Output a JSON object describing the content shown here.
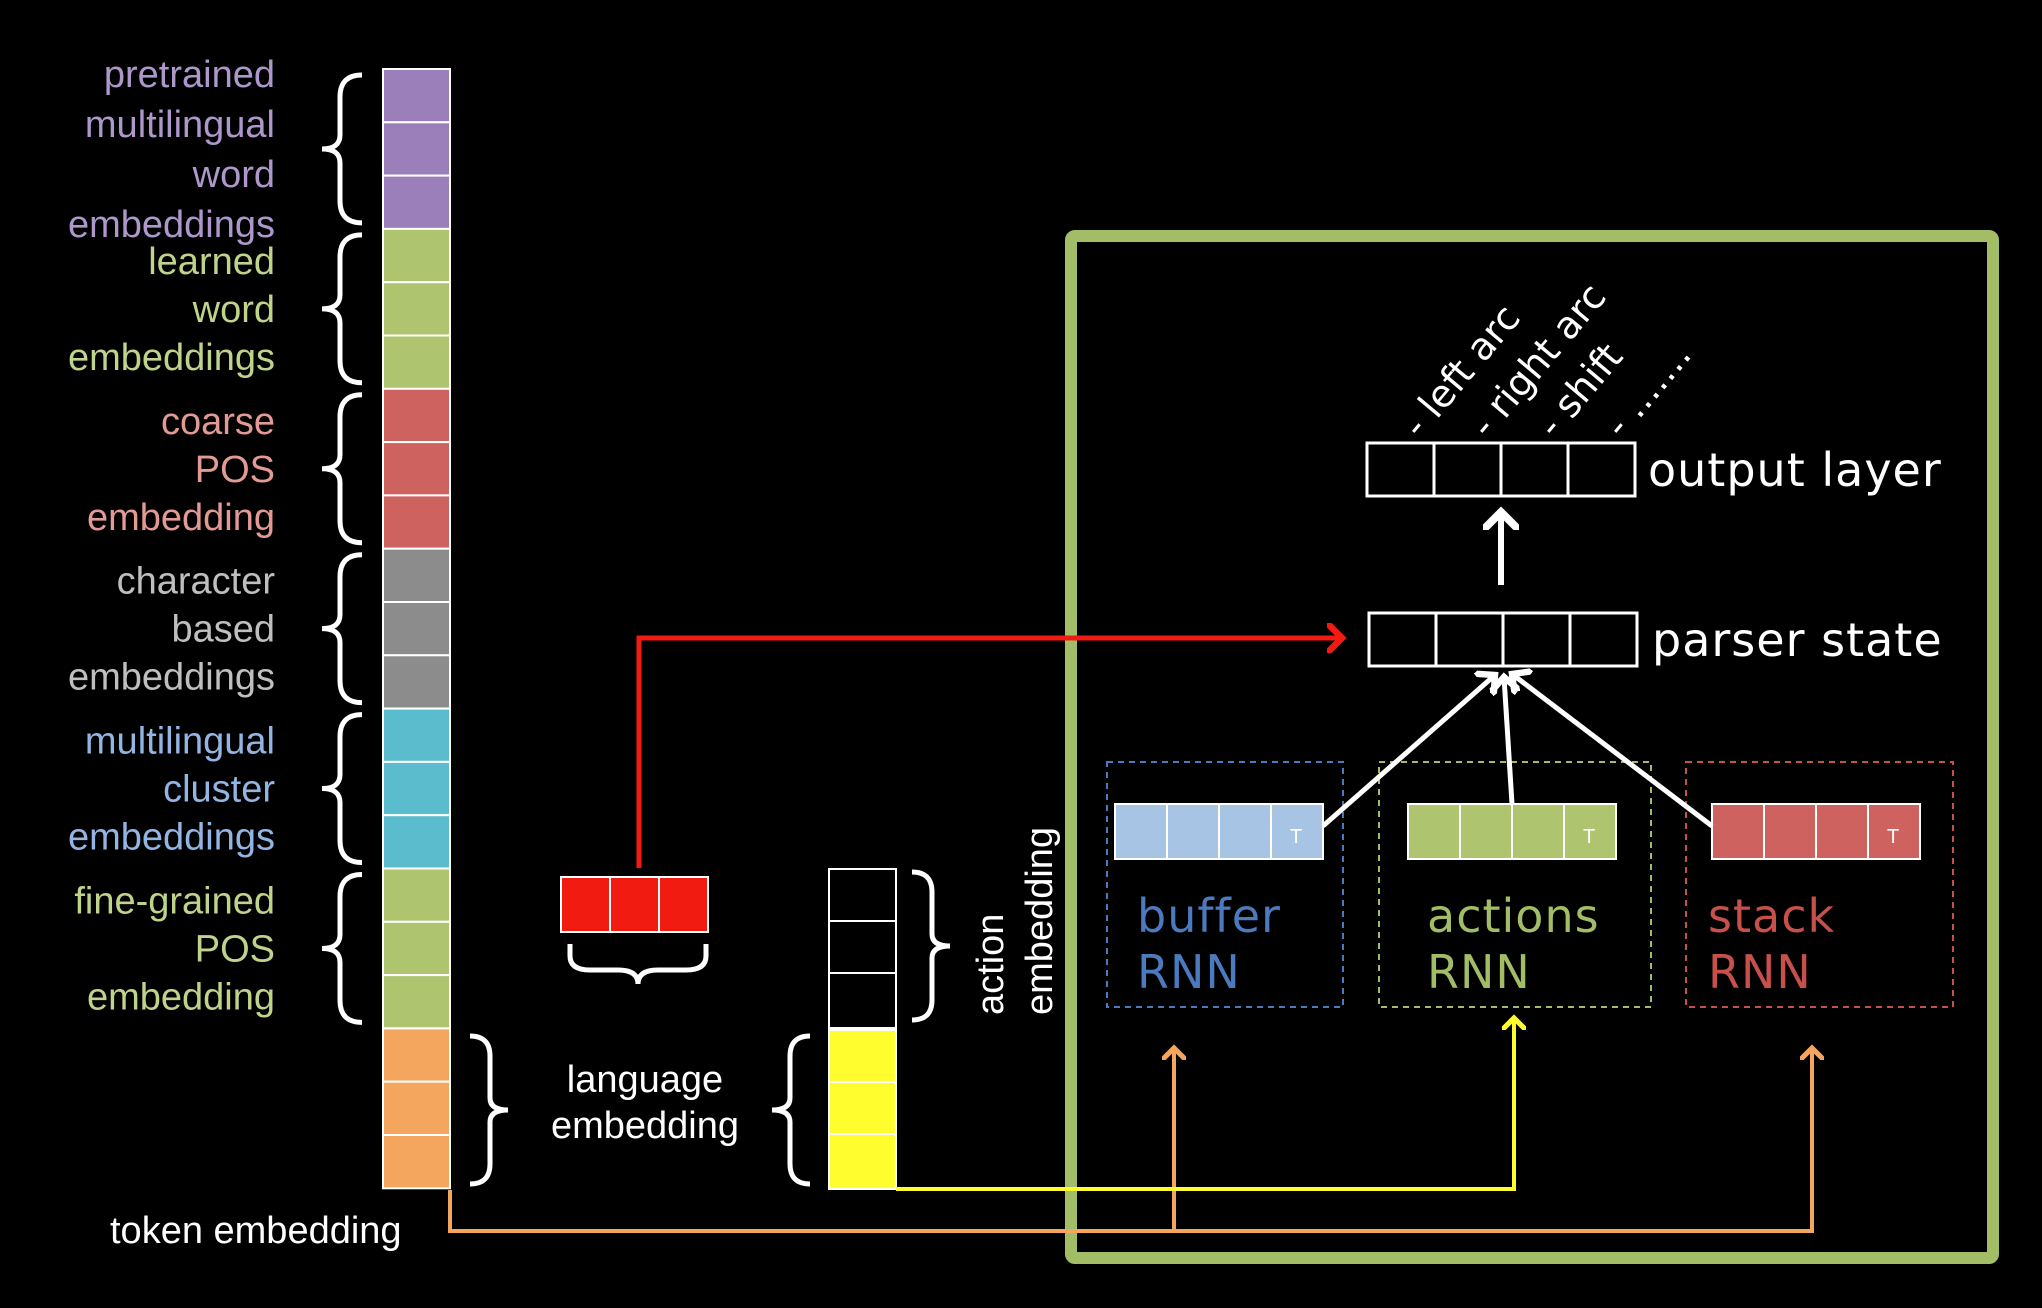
{
  "colors": {
    "purple": "#9B7FBA",
    "green": "#AEC46F",
    "red": "#CD625F",
    "gray": "#8C8C8C",
    "cyan": "#5BBCCE",
    "orange": "#F4A55E",
    "bright_red": "#F21B12",
    "yellow": "#FFFD2E",
    "blue_text": "#4B7BBE",
    "frame_green": "#A3BD67"
  },
  "embedding_groups": [
    {
      "lines": [
        "pretrained",
        "multilingual",
        "word",
        "embeddings"
      ],
      "color": "#AE97CA"
    },
    {
      "lines": [
        "learned",
        "word",
        "embeddings"
      ],
      "color": "#BFD48A"
    },
    {
      "lines": [
        "coarse",
        "POS",
        "embedding"
      ],
      "color": "#E39A95"
    },
    {
      "lines": [
        "character",
        "based",
        "embeddings"
      ],
      "color": "#BFBFBF"
    },
    {
      "lines": [
        "multilingual",
        "cluster",
        "embeddings"
      ],
      "color": "#93B5E3"
    },
    {
      "lines": [
        "fine-grained",
        "POS",
        "embedding"
      ],
      "color": "#BFD48A"
    }
  ],
  "token_embedding_label": "token embedding",
  "language_embedding_label": [
    "language",
    "embedding"
  ],
  "action_embedding_label": [
    "action",
    "embedding"
  ],
  "output_layer_label": "output layer",
  "parser_state_label": "parser state",
  "actions": [
    "- left arc",
    "- right arc",
    "- shift",
    "- ......."
  ],
  "rnns": [
    {
      "name": "buffer",
      "rnn": "RNN",
      "color": "#4B7BBE",
      "cell_color": "#A8C4E4",
      "t": "T"
    },
    {
      "name": "actions",
      "rnn": "RNN",
      "color": "#A3BD67",
      "cell_color": "#AEC46F",
      "t": "T"
    },
    {
      "name": "stack",
      "rnn": "RNN",
      "color": "#C8504B",
      "cell_color": "#CD625F",
      "t": "T"
    }
  ]
}
